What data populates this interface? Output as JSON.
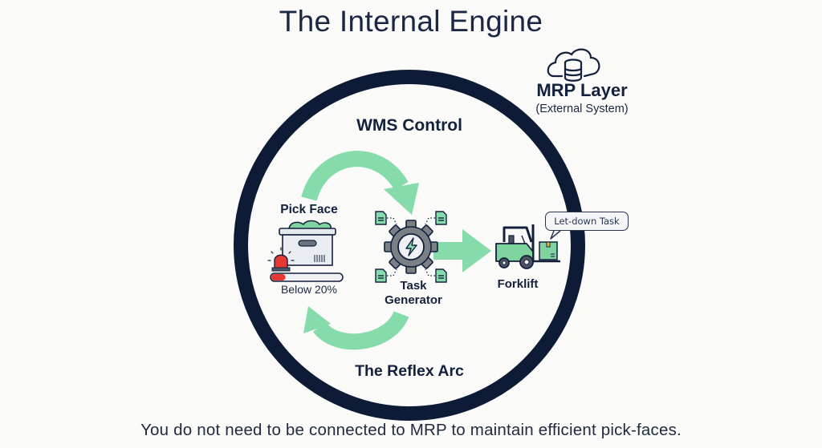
{
  "title": "The Internal Engine",
  "footer": "You do not need to be connected to MRP to maintain efficient pick-faces.",
  "colors": {
    "ring": "#0d1b36",
    "arrow": "#86dbab",
    "text": "#13213d",
    "alert_red": "#e53935",
    "forklift_green": "#7fd39f"
  },
  "boundary": {
    "label": "WMS Control",
    "bottom_label": "The Reflex Arc"
  },
  "external": {
    "title": "MRP Layer",
    "subtitle": "(External System)",
    "icon": "cloud-database-icon"
  },
  "nodes": {
    "pick_face": {
      "label": "Pick Face",
      "status": "Below 20%",
      "fill_level_percent": 20,
      "icons": [
        "storage-bin-icon",
        "alarm-light-icon"
      ]
    },
    "task_generator": {
      "label_line1": "Task",
      "label_line2": "Generator",
      "icons": [
        "gear-icon",
        "lightning-icon",
        "document-icon"
      ]
    },
    "forklift": {
      "label": "Forklift",
      "speech": "Let-down Task",
      "icons": [
        "forklift-icon",
        "box-icon"
      ]
    }
  },
  "flows": [
    {
      "from": "Pick Face",
      "to": "Task Generator",
      "shape": "curved-arrow-top"
    },
    {
      "from": "Task Generator",
      "to": "Forklift",
      "shape": "straight-arrow"
    },
    {
      "from": "Task Generator",
      "to": "Pick Face",
      "shape": "curved-arrow-bottom"
    }
  ]
}
